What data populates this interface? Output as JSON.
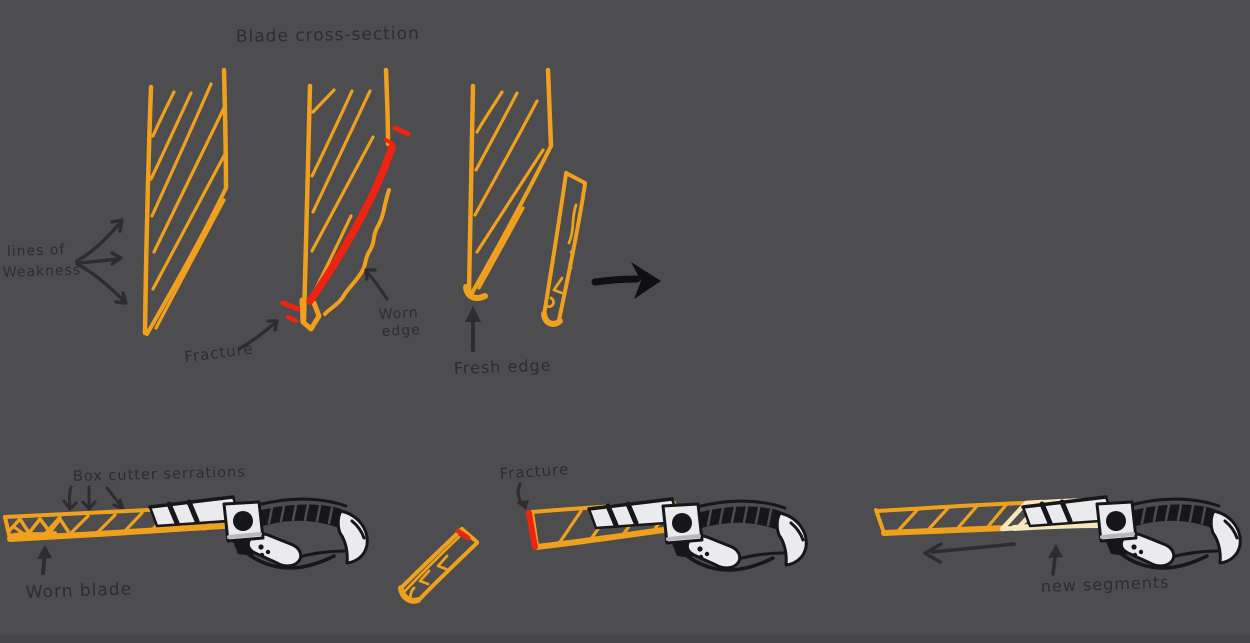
{
  "canvas": {
    "background": "#4d4c4e",
    "bottom_edge": "#464549",
    "ink": "#2d2c2f"
  },
  "palette": {
    "blade_orange": "#efa11e",
    "fracture_red": "#ee2412",
    "new_segment_cream": "#f6e6ba",
    "handle_dark": "#17161a",
    "handle_light": "#ebebed"
  },
  "top_diagram": {
    "title": "Blade cross-section",
    "lines_of_weakness_line1": "lines of",
    "lines_of_weakness_line2": "Weakness",
    "fracture_label": "Fracture",
    "worn_edge_line1": "Worn",
    "worn_edge_line2": "edge",
    "fresh_edge_label": "Fresh edge"
  },
  "bottom_diagram": {
    "serrations_label": "Box cutter serrations",
    "worn_blade_label": "Worn blade",
    "fracture_label": "Fracture",
    "new_segments_label": "new segments"
  }
}
